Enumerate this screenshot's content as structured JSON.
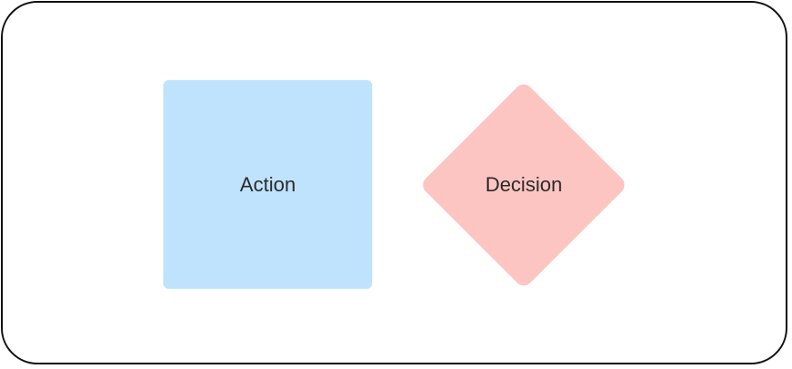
{
  "diagram": {
    "nodes": [
      {
        "id": "action",
        "shape": "rectangle",
        "label": "Action",
        "color": "#bfe3fd"
      },
      {
        "id": "decision",
        "shape": "diamond",
        "label": "Decision",
        "color": "#fdc5c2"
      }
    ]
  }
}
